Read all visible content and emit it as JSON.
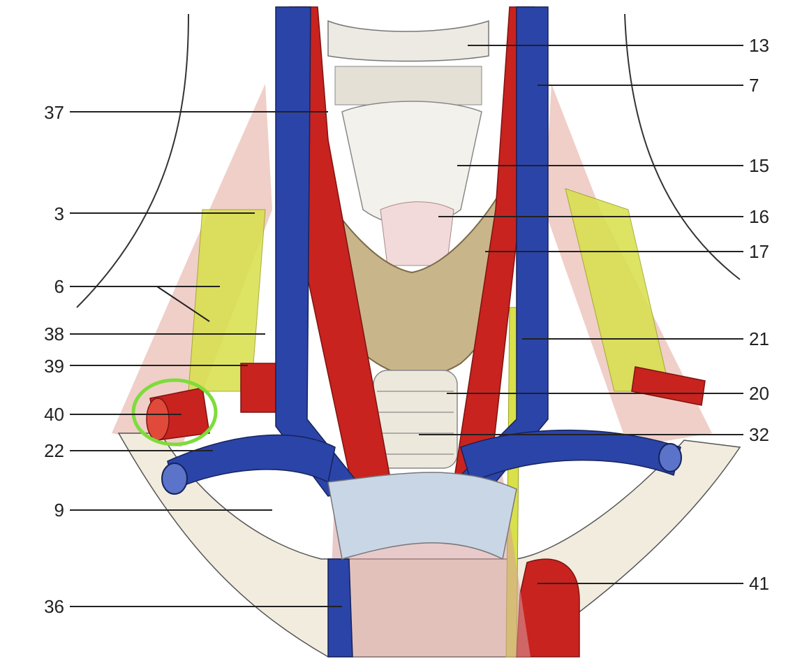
{
  "labels": {
    "left": [
      "37",
      "3",
      "6",
      "38",
      "39",
      "40",
      "22",
      "9",
      "36"
    ],
    "right": [
      "13",
      "7",
      "15",
      "16",
      "17",
      "21",
      "20",
      "32",
      "41"
    ]
  },
  "colors": {
    "vein": "#2b44a8",
    "artery": "#c8231f",
    "nerve": "#d8e04a",
    "thyroid": "#c9b58a",
    "highlight": "#7ddc3c",
    "leader": "#222222"
  }
}
